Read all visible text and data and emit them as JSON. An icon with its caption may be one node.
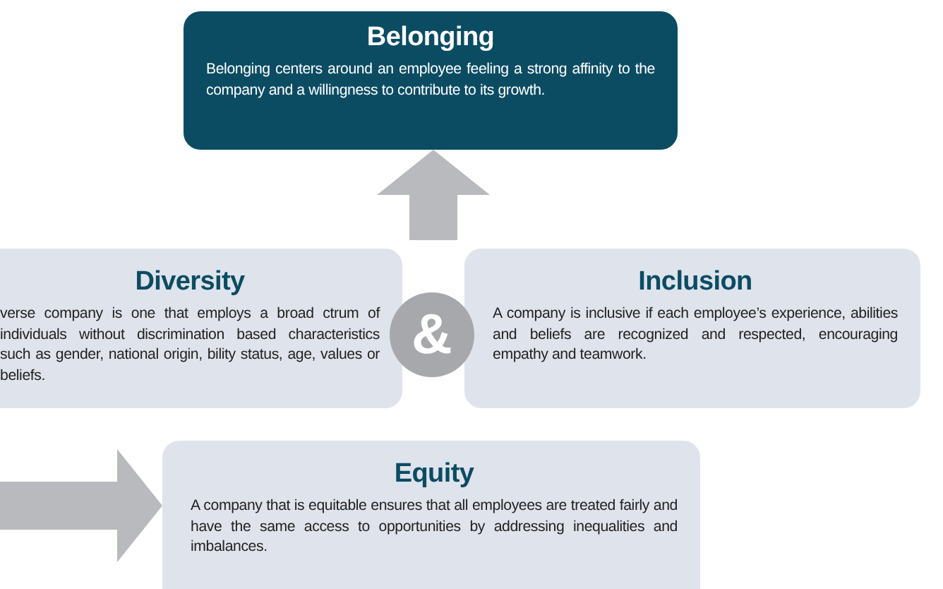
{
  "diagram": {
    "nodes": [
      {
        "text": [
          "Belonging",
          "Belonging centers around an employee feeling a strong affinity to the company and a willingness to contribute to its growth."
        ]
      },
      {
        "text": [
          "Diversity",
          "verse company is one that employs a broad ctrum of individuals without discrimination based characteristics such as gender, national origin, bility status, age, values or beliefs."
        ]
      },
      {
        "text": [
          "&"
        ]
      },
      {
        "text": [
          "Inclusion",
          "A company is inclusive if each employee’s experience, abilities and beliefs are recognized and respected, encouraging empathy and teamwork."
        ]
      },
      {
        "text": [
          "Equity",
          "A company that is equitable ensures that all employees are treated fairly and have the same access to opportunities by addressing inequalities and imbalances."
        ]
      }
    ],
    "edges": [
      {
        "from": null,
        "to": 0,
        "arrow": "to",
        "style": "thick"
      },
      {
        "from": null,
        "to": 4,
        "arrow": "to",
        "style": "thick"
      }
    ]
  }
}
